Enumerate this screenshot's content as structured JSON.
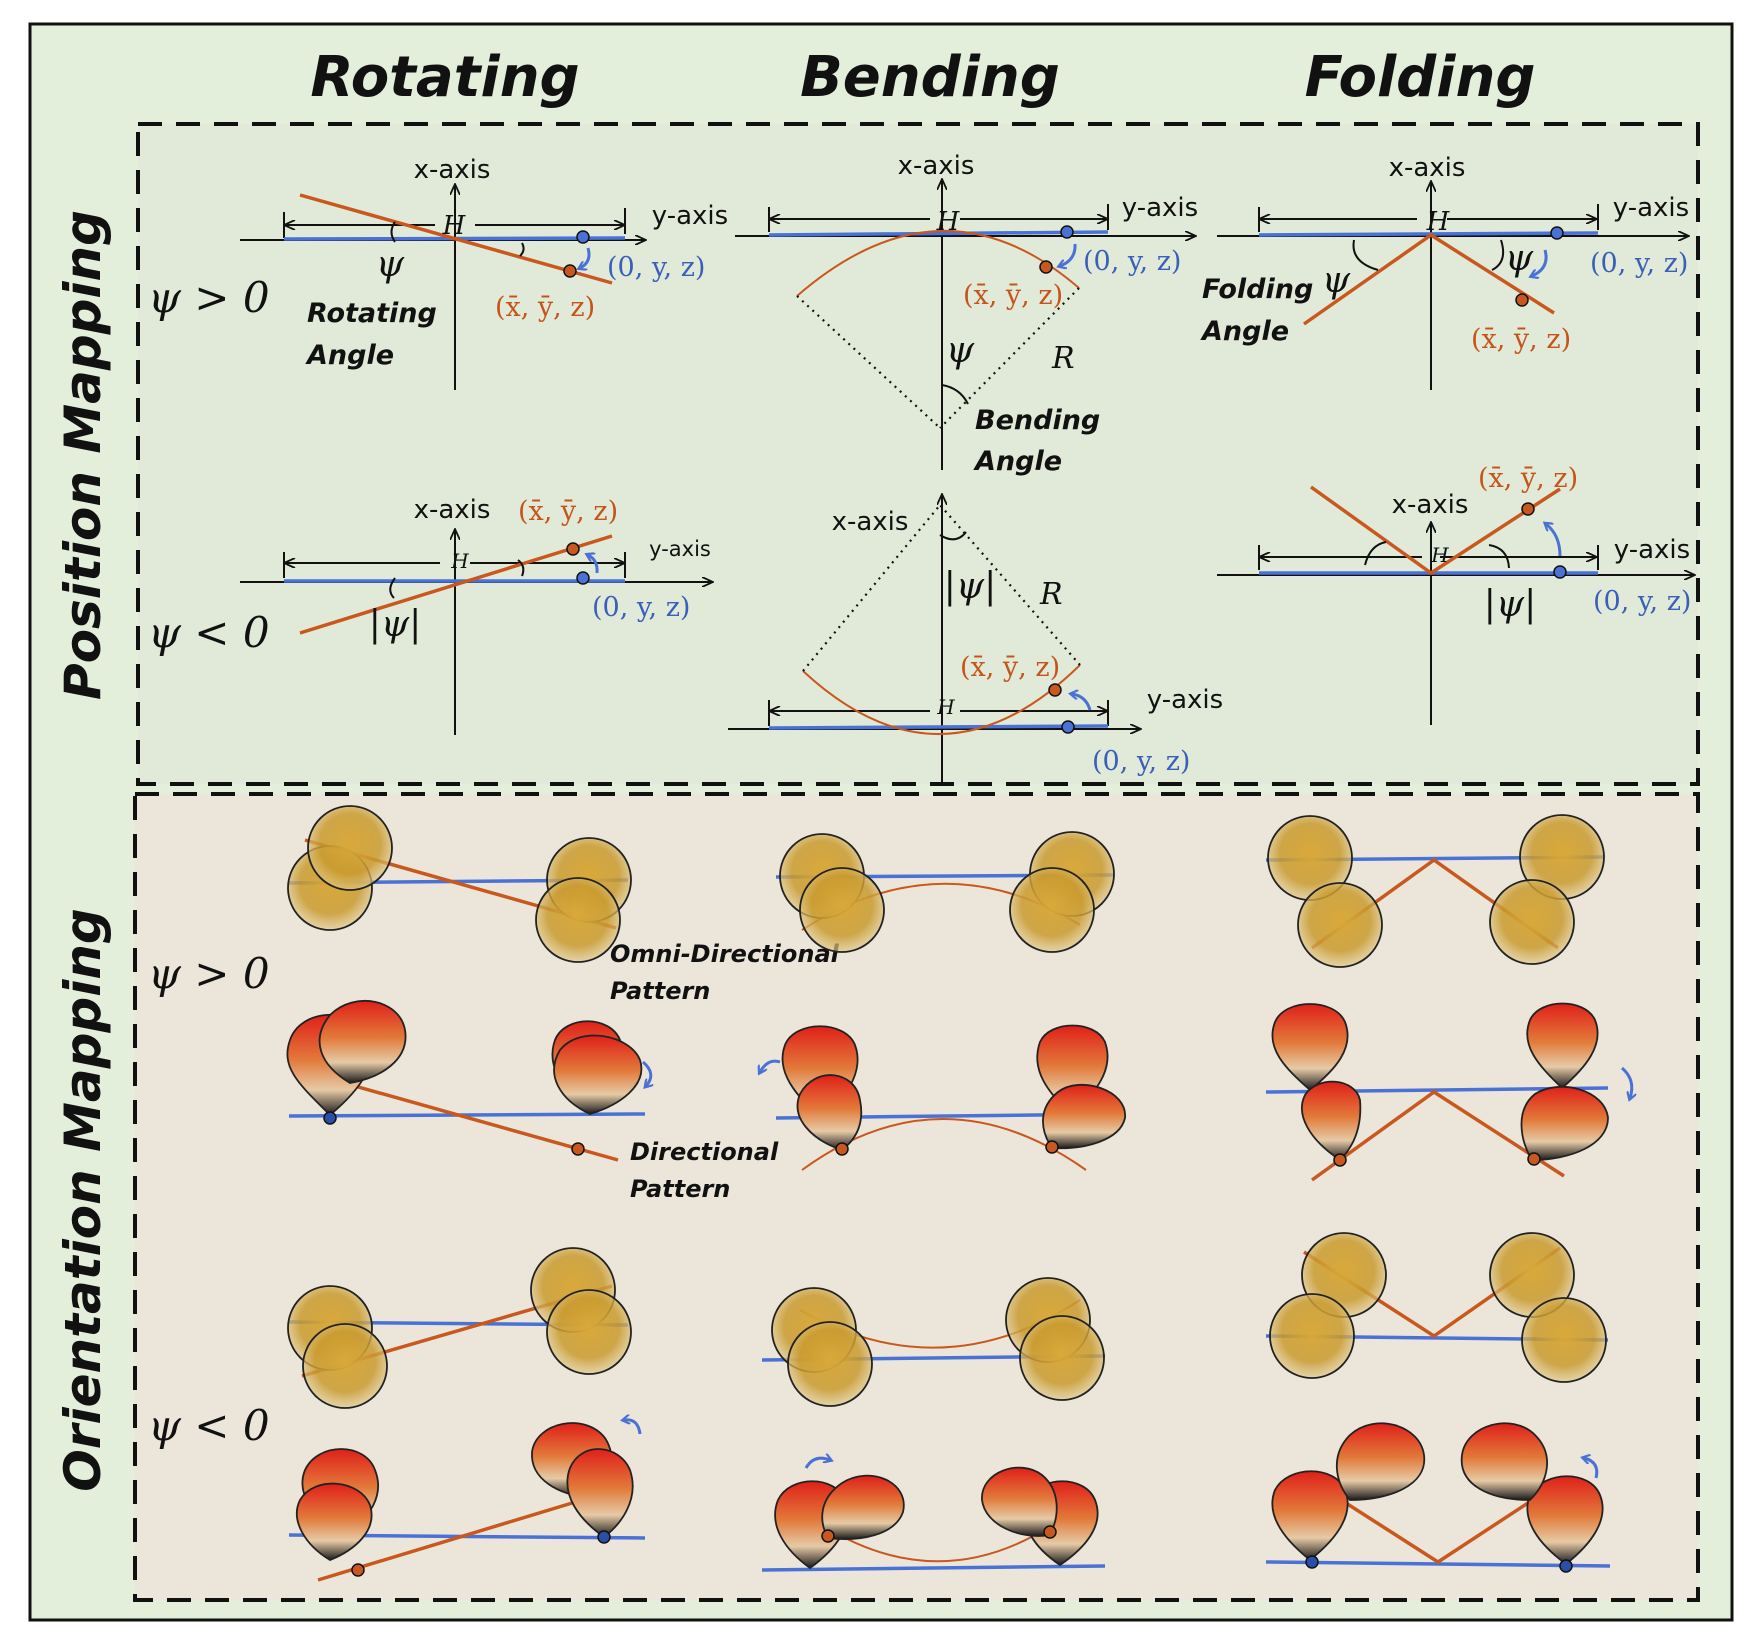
{
  "columns": {
    "rotating": "Rotating",
    "bending": "Bending",
    "folding": "Folding"
  },
  "sections": {
    "position": "Position Mapping",
    "orientation": "Orientation Mapping"
  },
  "conditions": {
    "pos": "ψ > 0",
    "neg": "ψ < 0"
  },
  "axes": {
    "x": "x-axis",
    "y": "y-axis",
    "H": "H",
    "R": "R"
  },
  "points": {
    "original": "(0, y, z)",
    "mapped": "(x̄, ȳ, z)"
  },
  "angles": {
    "psi": "ψ",
    "abs_psi": "|ψ|"
  },
  "annotations": {
    "rotating_angle": [
      "Rotating",
      "Angle"
    ],
    "bending_angle": [
      "Bending",
      "Angle"
    ],
    "folding_angle": [
      "Folding",
      "Angle"
    ],
    "omni": [
      "Omni-Directional",
      "Pattern"
    ],
    "directional": [
      "Directional",
      "Pattern"
    ]
  },
  "colors": {
    "panel_top": "#e3eedb",
    "panel_bottom": "#ece6da",
    "blue": "#4a72d6",
    "orange": "#c9581f"
  }
}
